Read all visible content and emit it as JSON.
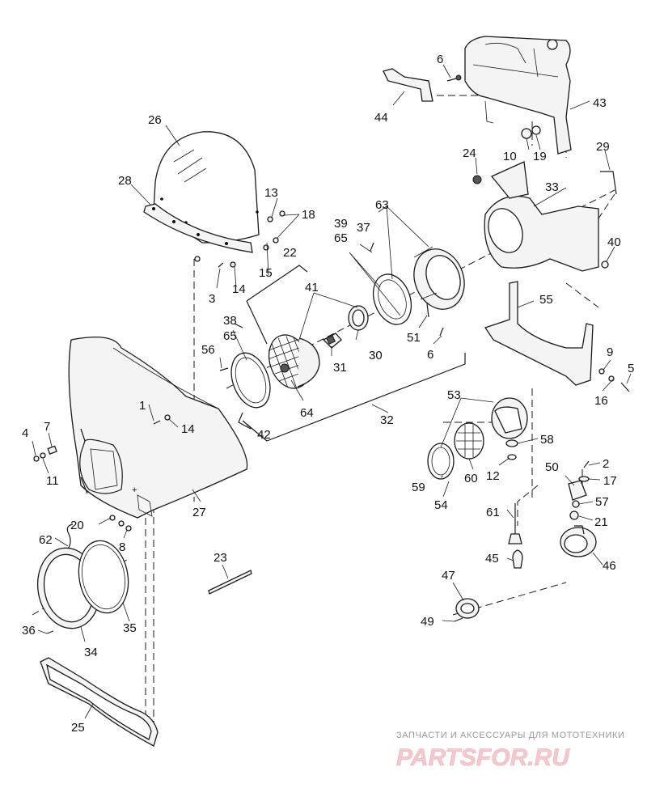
{
  "labels": [
    {
      "id": "l-6a",
      "text": "6"
    },
    {
      "id": "l-43",
      "text": "43"
    },
    {
      "id": "l-44",
      "text": "44"
    },
    {
      "id": "l-10",
      "text": "10"
    },
    {
      "id": "l-19",
      "text": "19"
    },
    {
      "id": "l-29",
      "text": "29"
    },
    {
      "id": "l-24",
      "text": "24"
    },
    {
      "id": "l-33",
      "text": "33"
    },
    {
      "id": "l-26",
      "text": "26"
    },
    {
      "id": "l-28",
      "text": "28"
    },
    {
      "id": "l-13",
      "text": "13"
    },
    {
      "id": "l-18",
      "text": "18"
    },
    {
      "id": "l-63",
      "text": "63"
    },
    {
      "id": "l-39",
      "text": "39"
    },
    {
      "id": "l-65a",
      "text": "65"
    },
    {
      "id": "l-37",
      "text": "37"
    },
    {
      "id": "l-40",
      "text": "40"
    },
    {
      "id": "l-22",
      "text": "22"
    },
    {
      "id": "l-15",
      "text": "15"
    },
    {
      "id": "l-3",
      "text": "3"
    },
    {
      "id": "l-14a",
      "text": "14"
    },
    {
      "id": "l-41",
      "text": "41"
    },
    {
      "id": "l-55",
      "text": "55"
    },
    {
      "id": "l-38",
      "text": "38"
    },
    {
      "id": "l-65b",
      "text": "65"
    },
    {
      "id": "l-51",
      "text": "51"
    },
    {
      "id": "l-56",
      "text": "56"
    },
    {
      "id": "l-30",
      "text": "30"
    },
    {
      "id": "l-6b",
      "text": "6"
    },
    {
      "id": "l-9",
      "text": "9"
    },
    {
      "id": "l-5",
      "text": "5"
    },
    {
      "id": "l-31",
      "text": "31"
    },
    {
      "id": "l-16",
      "text": "16"
    },
    {
      "id": "l-53",
      "text": "53"
    },
    {
      "id": "l-1",
      "text": "1"
    },
    {
      "id": "l-64",
      "text": "64"
    },
    {
      "id": "l-32",
      "text": "32"
    },
    {
      "id": "l-14b",
      "text": "14"
    },
    {
      "id": "l-4",
      "text": "4"
    },
    {
      "id": "l-7",
      "text": "7"
    },
    {
      "id": "l-42",
      "text": "42"
    },
    {
      "id": "l-58",
      "text": "58"
    },
    {
      "id": "l-11",
      "text": "11"
    },
    {
      "id": "l-2",
      "text": "2"
    },
    {
      "id": "l-12",
      "text": "12"
    },
    {
      "id": "l-60",
      "text": "60"
    },
    {
      "id": "l-59",
      "text": "59"
    },
    {
      "id": "l-50",
      "text": "50"
    },
    {
      "id": "l-17",
      "text": "17"
    },
    {
      "id": "l-27",
      "text": "27"
    },
    {
      "id": "l-54",
      "text": "54"
    },
    {
      "id": "l-57",
      "text": "57"
    },
    {
      "id": "l-20",
      "text": "20"
    },
    {
      "id": "l-21",
      "text": "21"
    },
    {
      "id": "l-61",
      "text": "61"
    },
    {
      "id": "l-62",
      "text": "62"
    },
    {
      "id": "l-8",
      "text": "8"
    },
    {
      "id": "l-23",
      "text": "23"
    },
    {
      "id": "l-45",
      "text": "45"
    },
    {
      "id": "l-46",
      "text": "46"
    },
    {
      "id": "l-47",
      "text": "47"
    },
    {
      "id": "l-35",
      "text": "35"
    },
    {
      "id": "l-36",
      "text": "36"
    },
    {
      "id": "l-49",
      "text": "49"
    },
    {
      "id": "l-34",
      "text": "34"
    },
    {
      "id": "l-25",
      "text": "25"
    }
  ],
  "watermark": {
    "tagline": "ЗАПЧАСТИ И АКСЕССУАРЫ ДЛЯ МОТОТЕХНИКИ",
    "brand": "PARTSFOR.RU",
    "brand_color": "#e8a0ab"
  }
}
